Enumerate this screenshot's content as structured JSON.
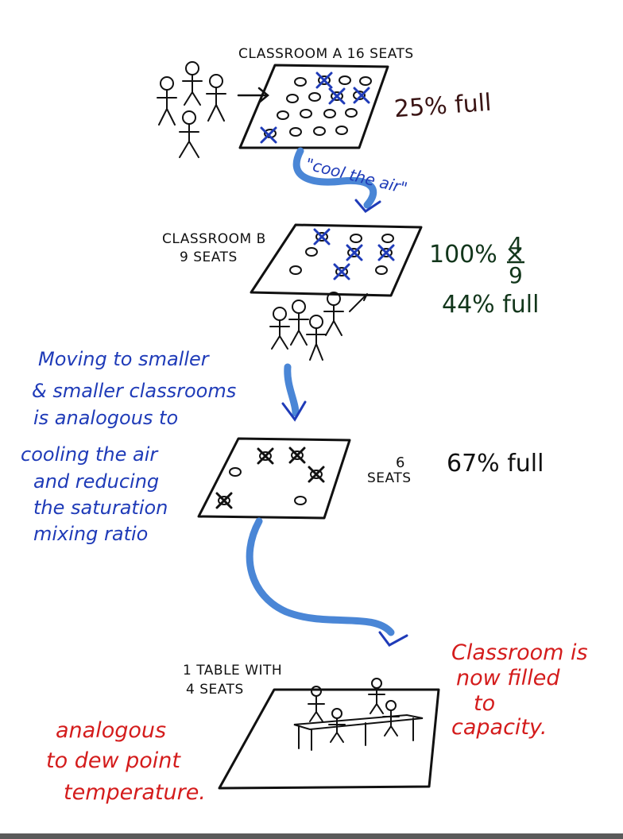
{
  "classroom_a": {
    "title": "CLASSROOM A  16 SEATS",
    "fill": "25% full"
  },
  "cool_label": "\"cool the air\"",
  "classroom_b": {
    "title_line1": "CLASSROOM B",
    "title_line2": "9 SEATS",
    "calc_prefix": "100% ×",
    "calc_num": "4",
    "calc_den": "9",
    "fill": "44% full"
  },
  "classroom_c": {
    "seats_num": "6",
    "seats_word": "SEATS",
    "fill": "67% full"
  },
  "classroom_d": {
    "title_line1": "1 TABLE WITH",
    "title_line2": "4 SEATS"
  },
  "blue_note": [
    "Moving to smaller",
    "& smaller classrooms",
    "is analogous to",
    "cooling the air",
    "and reducing",
    "the saturation",
    "mixing ratio"
  ],
  "red_note_right": [
    "Classroom is",
    "now filled",
    "to",
    "capacity."
  ],
  "red_note_left": [
    "analogous",
    "to dew point",
    "temperature."
  ],
  "colors": {
    "ink": "#111111",
    "blue_ink": "#1f3bb8",
    "arrow_blue": "#4a86d6",
    "red_ink": "#d41c1c",
    "green_ink": "#12361b"
  }
}
